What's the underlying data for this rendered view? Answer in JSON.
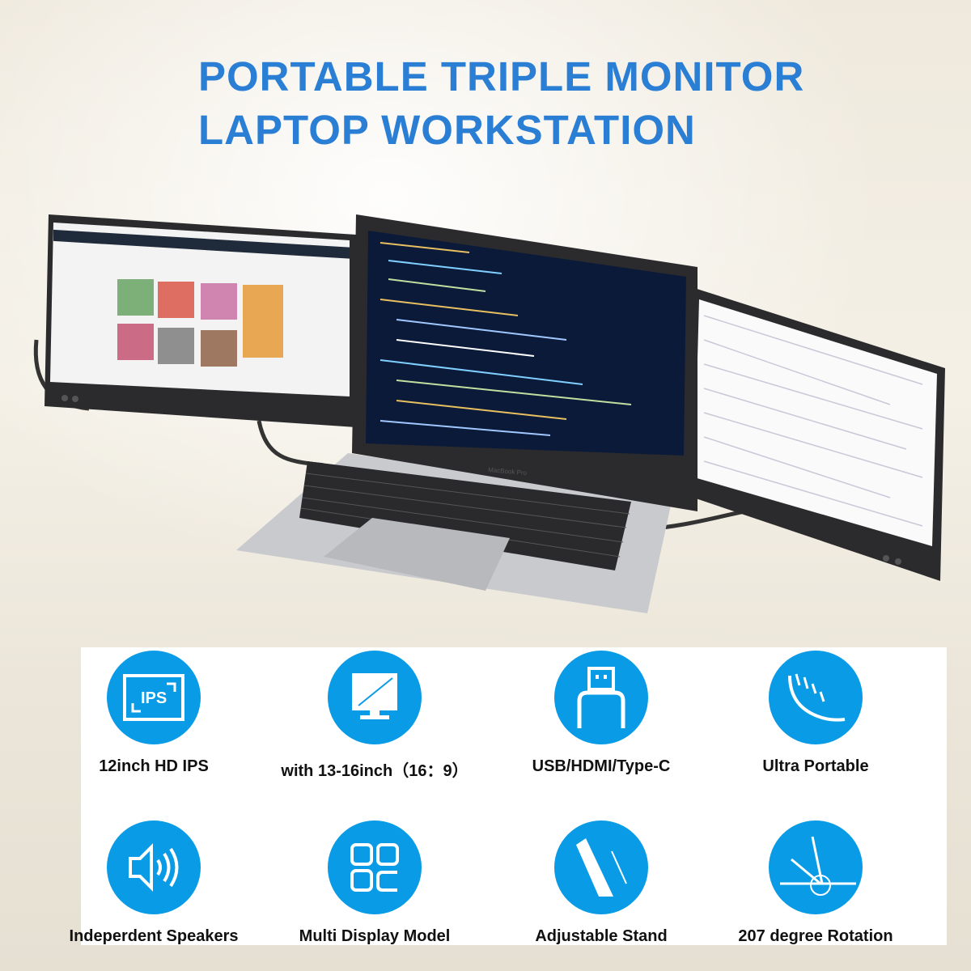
{
  "title": {
    "line1": "PORTABLE TRIPLE MONITOR",
    "line2": "LAPTOP WORKSTATION"
  },
  "laptop_brand": "MacBook Pro",
  "accent_color": "#0a9be6",
  "title_color": "#2a7fd5",
  "features": [
    {
      "label": "12inch HD IPS",
      "icon": "ips-screen-icon",
      "icon_text": "IPS"
    },
    {
      "label": "with 13-16inch（16：9）",
      "icon": "monitor-diagonal-icon"
    },
    {
      "label": "USB/HDMI/Type-C",
      "icon": "usb-plug-icon"
    },
    {
      "label": "Ultra Portable",
      "icon": "feather-icon"
    },
    {
      "label": "Indeperdent Speakers",
      "icon": "speaker-icon"
    },
    {
      "label": "Multi Display Model",
      "icon": "multi-display-grid-icon"
    },
    {
      "label": "Adjustable Stand",
      "icon": "adjustable-stand-icon"
    },
    {
      "label": "207 degree Rotation",
      "icon": "rotation-angle-icon"
    }
  ]
}
